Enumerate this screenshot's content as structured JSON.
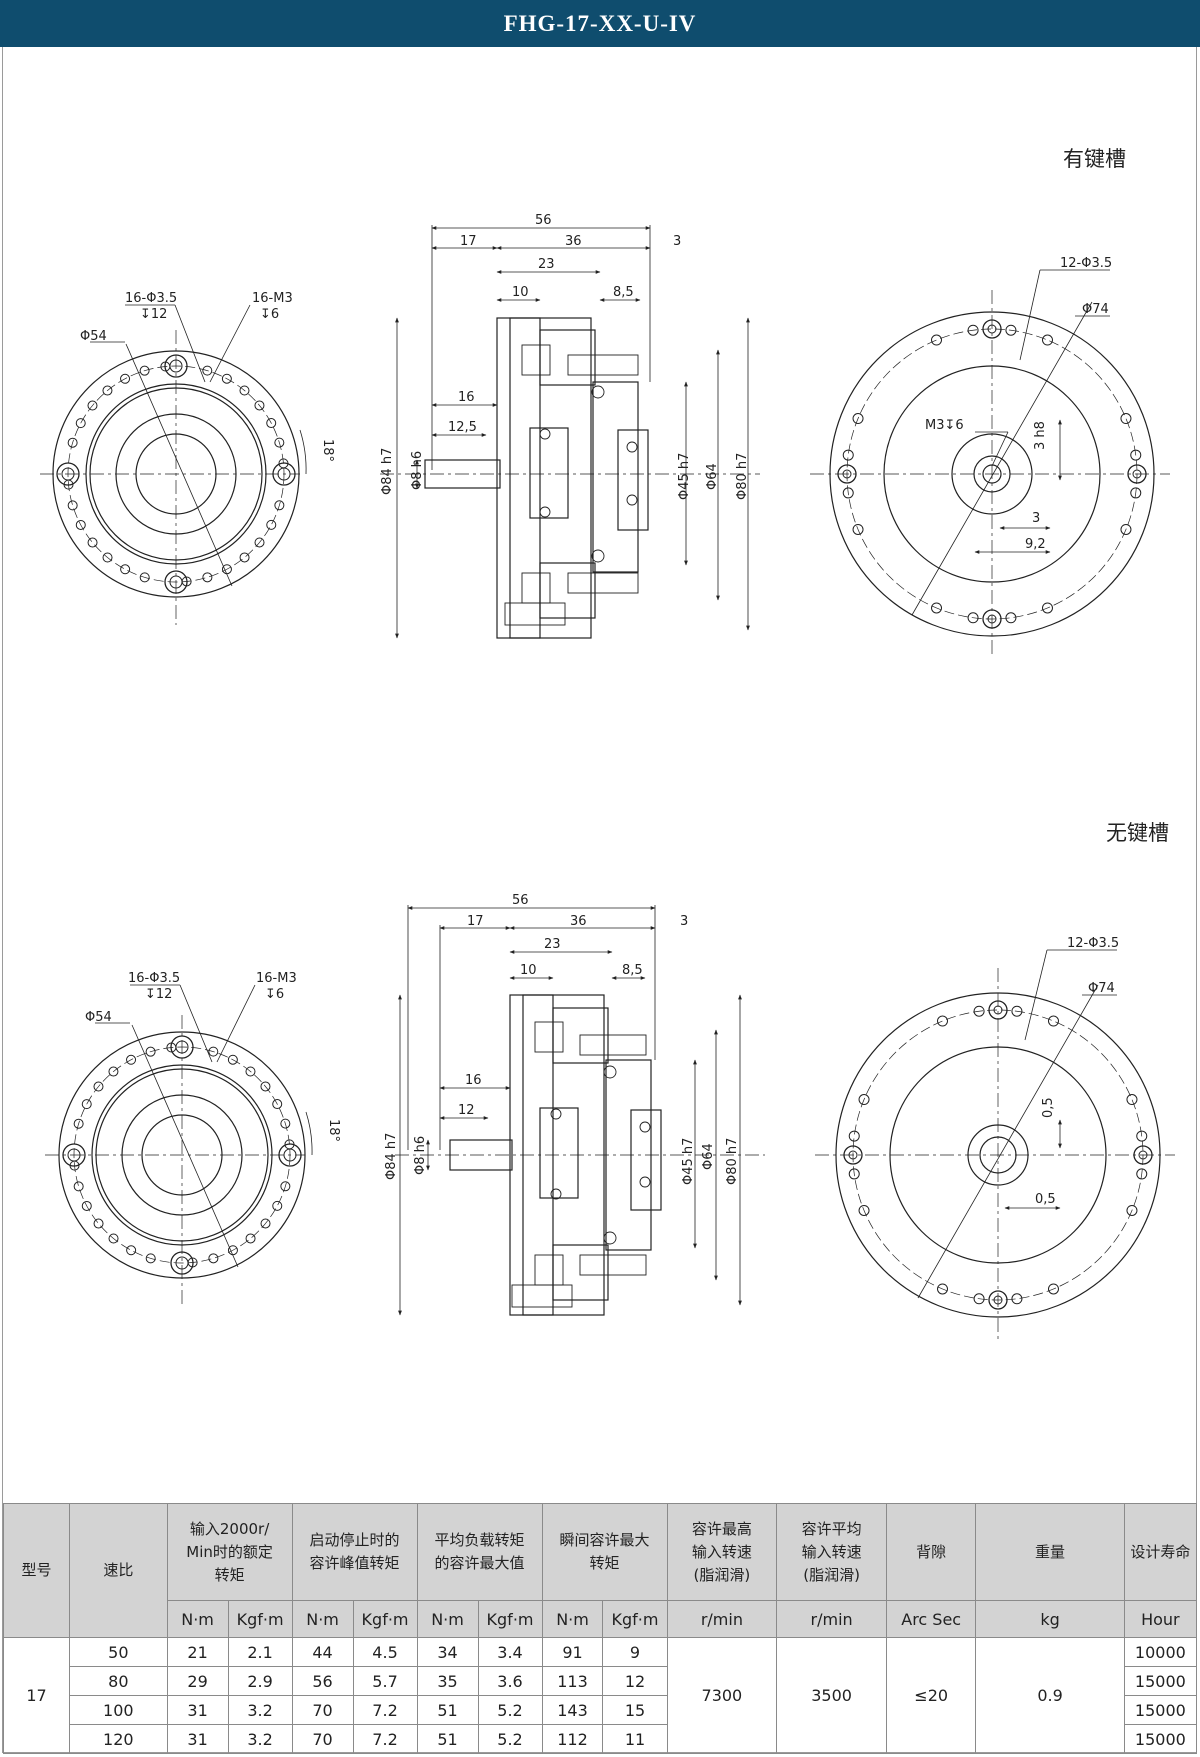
{
  "header": {
    "title": "FHG-17-XX-U-IV"
  },
  "sections": {
    "keyed": {
      "label": "有键槽"
    },
    "unkeyed": {
      "label": "无键槽"
    }
  },
  "dims": {
    "top": {
      "d56": "56",
      "d17": "17",
      "d36": "36",
      "d3": "3",
      "d23": "23",
      "d10": "10",
      "d85": "8,5",
      "d16": "16",
      "d125": "12,5",
      "phi84": "Φ84 h7",
      "phi8": "Φ8 h6",
      "phi45": "Φ45 h7",
      "phi64": "Φ64",
      "phi80": "Φ80 h7",
      "left_hole1a": "16-Φ3.5",
      "left_hole1b": "↧12",
      "left_hole2a": "16-M3",
      "left_hole2b": "↧6",
      "left_phi54": "Φ54",
      "left_angle": "18°",
      "right_holes": "12-Φ3.5",
      "right_phi74": "Φ74",
      "right_m3": "M3↧6",
      "right_h8": "3 h8",
      "right_d3": "3",
      "right_d92": "9,2"
    },
    "bottom": {
      "d56": "56",
      "d17": "17",
      "d36": "36",
      "d3": "3",
      "d23": "23",
      "d10": "10",
      "d85": "8,5",
      "d16": "16",
      "d12": "12",
      "phi84": "Φ84 h7",
      "phi8": "Φ8 h6",
      "phi45": "Φ45 h7",
      "phi64": "Φ64",
      "phi80": "Φ80 h7",
      "left_hole1a": "16-Φ3.5",
      "left_hole1b": "↧12",
      "left_hole2a": "16-M3",
      "left_hole2b": "↧6",
      "left_phi54": "Φ54",
      "left_angle": "18°",
      "right_holes": "12-Φ3.5",
      "right_phi74": "Φ74",
      "right_d05a": "0,5",
      "right_d05b": "0,5"
    }
  },
  "table": {
    "head": {
      "model": "型号",
      "ratio": "速比",
      "rated": [
        "输入2000r/",
        "Min时的额定",
        "转矩"
      ],
      "startstop": [
        "启动停止时的",
        "容许峰值转矩"
      ],
      "avgload": [
        "平均负载转矩",
        "的容许最大值"
      ],
      "instant": [
        "瞬间容许最大",
        "转矩"
      ],
      "maxspeed": [
        "容许最高",
        "输入转速",
        "(脂润滑)"
      ],
      "avgspeed": [
        "容许平均",
        "输入转速",
        "(脂润滑)"
      ],
      "backlash": "背隙",
      "weight": "重量",
      "life": "设计寿命"
    },
    "units": {
      "nm": "N·m",
      "kgfm": "Kgf·m",
      "rmin1": "r/min",
      "rmin2": "r/min",
      "arcsec": "Arc Sec",
      "kg": "kg",
      "hour": "Hour"
    },
    "model": "17",
    "max_speed": "7300",
    "avg_speed": "3500",
    "backlash": "≤20",
    "weight": "0.9",
    "rows": [
      {
        "ratio": "50",
        "r_nm": "21",
        "r_kgf": "2.1",
        "s_nm": "44",
        "s_kgf": "4.5",
        "a_nm": "34",
        "a_kgf": "3.4",
        "i_nm": "91",
        "i_kgf": "9",
        "life": "10000"
      },
      {
        "ratio": "80",
        "r_nm": "29",
        "r_kgf": "2.9",
        "s_nm": "56",
        "s_kgf": "5.7",
        "a_nm": "35",
        "a_kgf": "3.6",
        "i_nm": "113",
        "i_kgf": "12",
        "life": "15000"
      },
      {
        "ratio": "100",
        "r_nm": "31",
        "r_kgf": "3.2",
        "s_nm": "70",
        "s_kgf": "7.2",
        "a_nm": "51",
        "a_kgf": "5.2",
        "i_nm": "143",
        "i_kgf": "15",
        "life": "15000"
      },
      {
        "ratio": "120",
        "r_nm": "31",
        "r_kgf": "3.2",
        "s_nm": "70",
        "s_kgf": "7.2",
        "a_nm": "51",
        "a_kgf": "5.2",
        "i_nm": "112",
        "i_kgf": "11",
        "life": "15000"
      }
    ]
  }
}
